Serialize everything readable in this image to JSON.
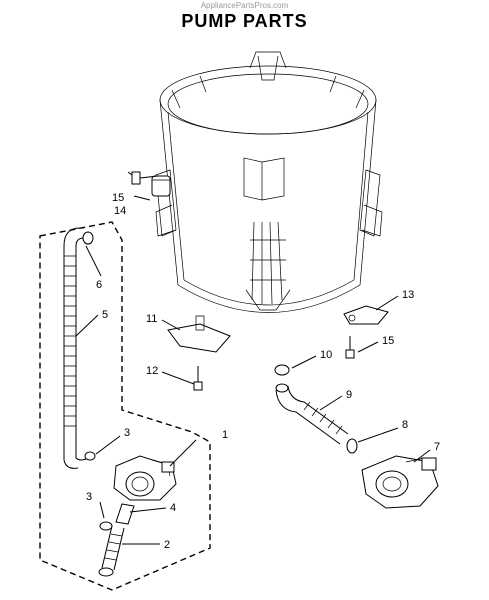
{
  "watermark": "AppliancePartsPros.com",
  "title": "PUMP PARTS",
  "callouts": [
    {
      "id": "c1",
      "label": "1"
    },
    {
      "id": "c2",
      "label": "2"
    },
    {
      "id": "c3a",
      "label": "3"
    },
    {
      "id": "c3b",
      "label": "3"
    },
    {
      "id": "c4",
      "label": "4"
    },
    {
      "id": "c5",
      "label": "5"
    },
    {
      "id": "c6",
      "label": "6"
    },
    {
      "id": "c7",
      "label": "7"
    },
    {
      "id": "c8",
      "label": "8"
    },
    {
      "id": "c9",
      "label": "9"
    },
    {
      "id": "c10",
      "label": "10"
    },
    {
      "id": "c11",
      "label": "11"
    },
    {
      "id": "c12",
      "label": "12"
    },
    {
      "id": "c13",
      "label": "13"
    },
    {
      "id": "c14",
      "label": "14"
    },
    {
      "id": "c15a",
      "label": "15"
    },
    {
      "id": "c15b",
      "label": "15"
    }
  ]
}
